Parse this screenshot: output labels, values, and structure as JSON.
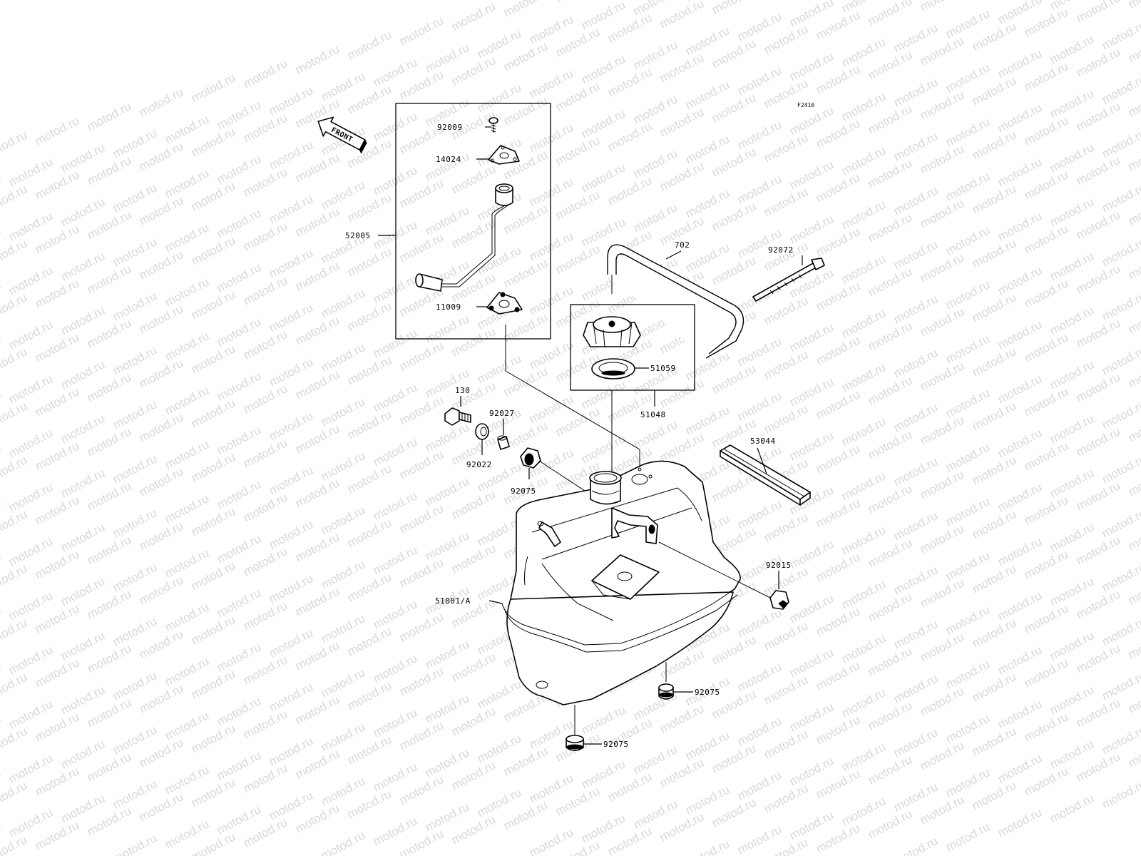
{
  "watermark": "motod.ru",
  "figure_id": "F2410",
  "front_label": "FRONT",
  "callouts": {
    "p92009": "92009",
    "p14024": "14024",
    "p52005": "52005",
    "p11009": "11009",
    "p702": "702",
    "p92072": "92072",
    "p51059": "51059",
    "p51048": "51048",
    "p130": "130",
    "p92027": "92027",
    "p92022": "92022",
    "p92075a": "92075",
    "p53044": "53044",
    "p92015": "92015",
    "p51001": "51001/A",
    "p92075b": "92075",
    "p92075c": "92075"
  }
}
